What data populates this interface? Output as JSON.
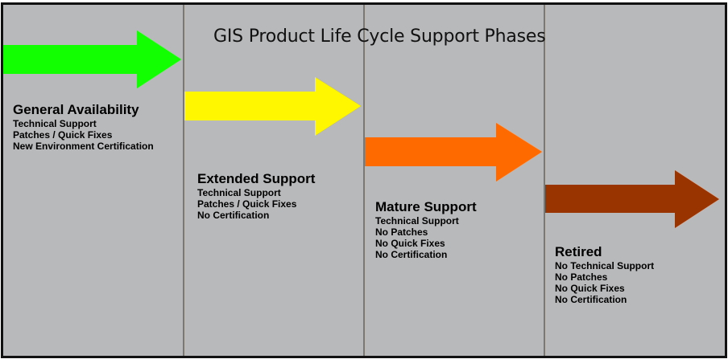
{
  "diagram": {
    "title": "GIS Product Life Cycle Support Phases",
    "colors": {
      "background": "#b8b9bb",
      "border": "#111111",
      "divider": "#7c7770"
    },
    "phases": [
      {
        "heading": "General Availability",
        "arrow_color": "#11ff00",
        "items": [
          "Technical Support",
          "Patches / Quick Fixes",
          "New Environment Certification"
        ]
      },
      {
        "heading": "Extended Support",
        "arrow_color": "#fff700",
        "items": [
          "Technical Support",
          "Patches / Quick Fixes",
          "No Certification"
        ]
      },
      {
        "heading": "Mature Support",
        "arrow_color": "#ff6a00",
        "items": [
          "Technical Support",
          "No Patches",
          "No Quick Fixes",
          "No Certification"
        ]
      },
      {
        "heading": "Retired",
        "arrow_color": "#993300",
        "items": [
          "No Technical Support",
          "No Patches",
          "No Quick Fixes",
          "No Certification"
        ]
      }
    ]
  }
}
